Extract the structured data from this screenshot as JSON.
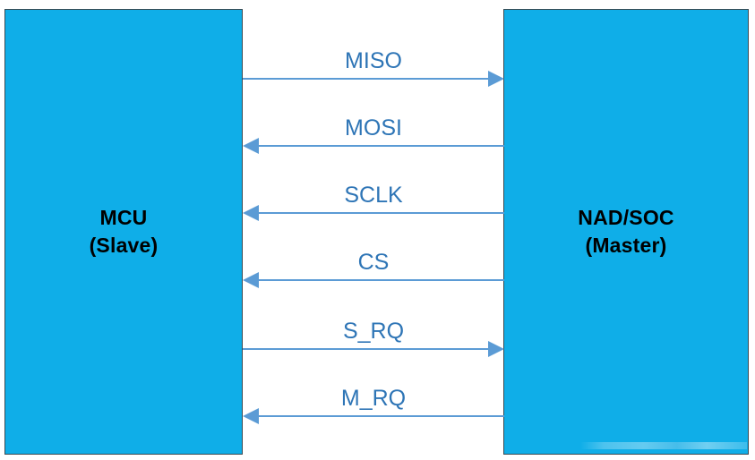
{
  "diagram": {
    "type": "block-diagram",
    "background_color": "#FFFFFF",
    "block_fill_color": "#0FAEE8",
    "arrow_color": "#5B9BD5",
    "label_color": "#2E75B6",
    "block_text_color": "#000000",
    "blocks": [
      {
        "id": "mcu",
        "title": "MCU",
        "subtitle": "(Slave)",
        "role": "Slave",
        "side": "left"
      },
      {
        "id": "nad-soc",
        "title": "NAD/SOC",
        "subtitle": "(Master)",
        "role": "Master",
        "side": "right"
      }
    ],
    "signals": [
      {
        "label": "MISO",
        "direction": "left-to-right",
        "from": "MCU",
        "to": "NAD/SOC"
      },
      {
        "label": "MOSI",
        "direction": "right-to-left",
        "from": "NAD/SOC",
        "to": "MCU"
      },
      {
        "label": "SCLK",
        "direction": "right-to-left",
        "from": "NAD/SOC",
        "to": "MCU"
      },
      {
        "label": "CS",
        "direction": "right-to-left",
        "from": "NAD/SOC",
        "to": "MCU"
      },
      {
        "label": "S_RQ",
        "direction": "left-to-right",
        "from": "MCU",
        "to": "NAD/SOC"
      },
      {
        "label": "M_RQ",
        "direction": "right-to-left",
        "from": "NAD/SOC",
        "to": "MCU"
      }
    ]
  }
}
